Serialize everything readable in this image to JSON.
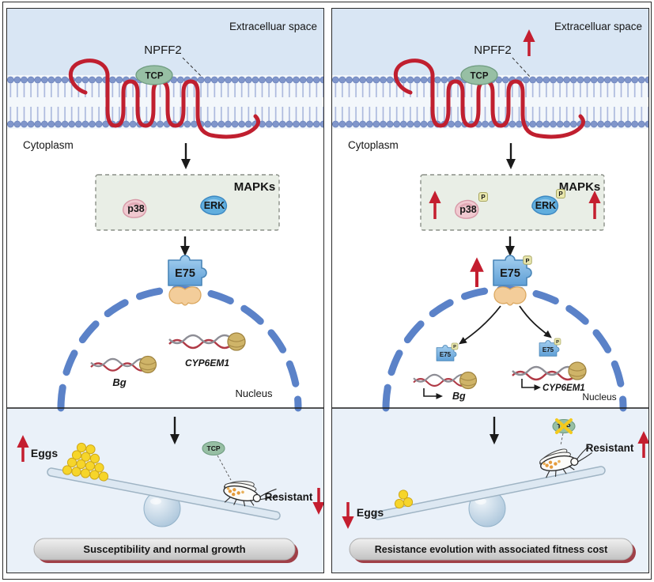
{
  "figure": {
    "type": "signaling-pathway-comparison",
    "labels": {
      "extracellular": "Extracelluar space",
      "cytoplasm": "Cytoplasm",
      "ligand": "NPFF2",
      "receptor_tag": "TCP",
      "mapks": "MAPKs",
      "p38": "p38",
      "erk": "ERK",
      "e75": "E75",
      "phospho": "P",
      "gene_bg": "Bg",
      "gene_cyp6em1": "CYP6EM1",
      "nucleus": "Nucleus",
      "eggs": "Eggs",
      "resistant": "Resistant",
      "insect_tag": "TCP"
    },
    "left_panel": {
      "banner": "Susceptibility and normal growth",
      "eggs_trend": "up",
      "resistant_trend": "down"
    },
    "right_panel": {
      "banner": "Resistance evolution with associated fitness cost",
      "ligand_trend": "up",
      "p38_trend": "up",
      "erk_trend": "up",
      "e75_trend": "up",
      "eggs_trend": "down",
      "resistant_trend": "up"
    },
    "colors": {
      "extracellular_bg": "#d9e6f4",
      "membrane_head": "#8096cb",
      "receptor_red": "#c01f2f",
      "tcp_green": "#97bfa4",
      "mapk_box_bg": "#e9eee6",
      "p38_pink": "#f0c9d0",
      "erk_blue": "#61aede",
      "e75_blue": "#82bbe8",
      "coactivator_tan": "#f3cd9a",
      "nucleus_border_blue": "#5b82c8",
      "nucleosome_tan": "#cfb468",
      "trend_arrow_red": "#c41e2f",
      "egg_yellow": "#f6d52a",
      "banner_fill": "#d9d9d9",
      "banner_shadow_red": "#a04048"
    }
  }
}
